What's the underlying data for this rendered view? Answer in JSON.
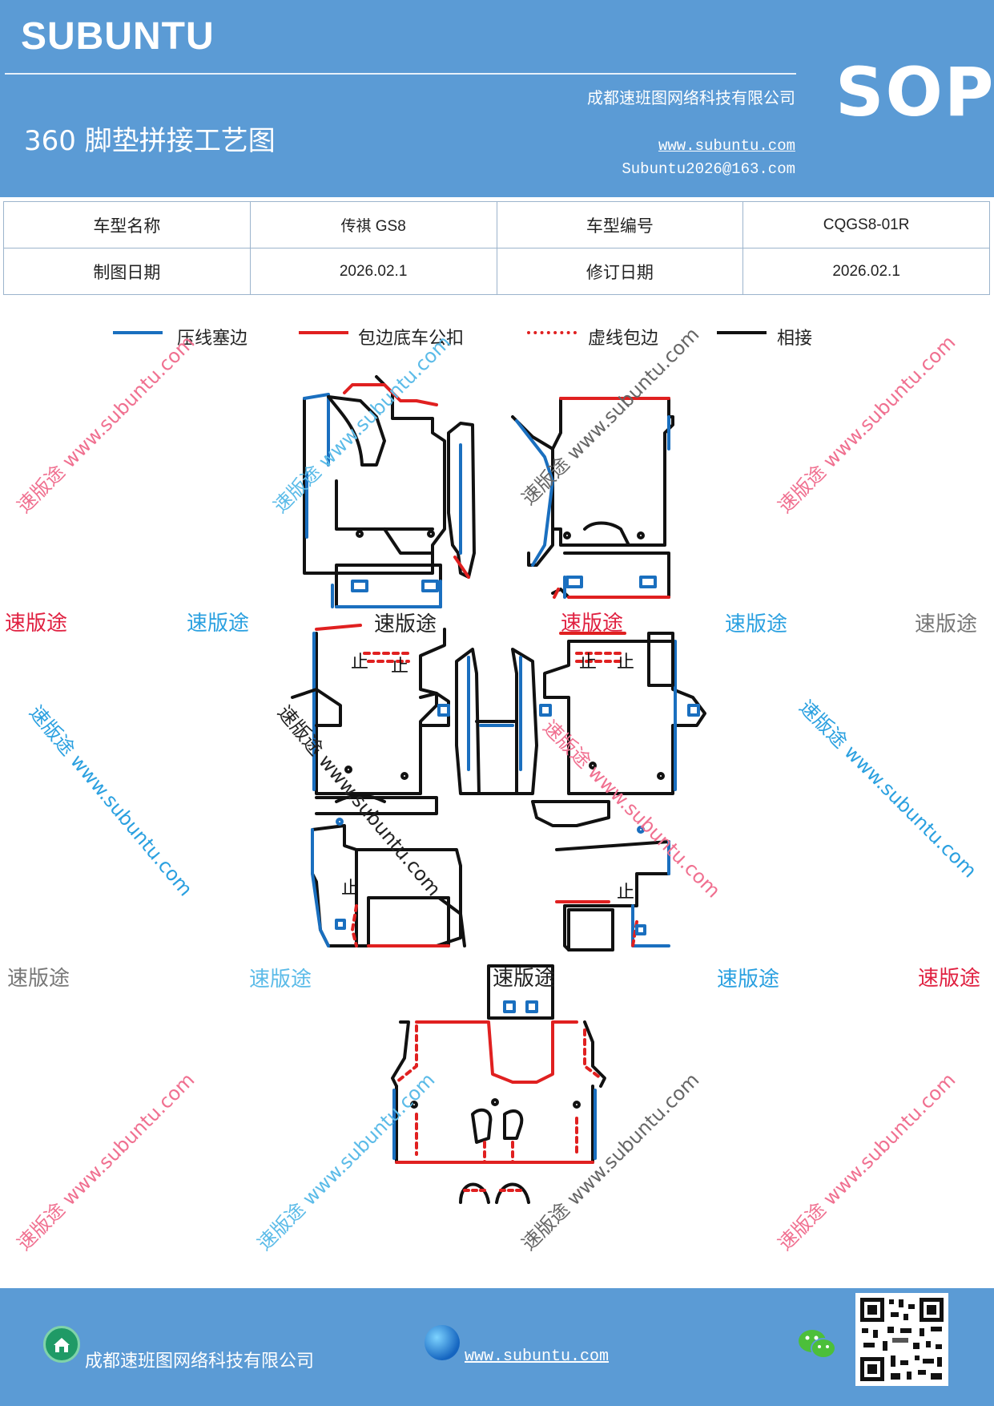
{
  "header": {
    "brand": "SUBUNTU",
    "company": "成都速班图网络科技有限公司",
    "title": "360 脚垫拼接工艺图",
    "website": "www.subuntu.com",
    "email": "Subuntu2026@163.com",
    "badge": "SOP"
  },
  "info_table": {
    "model_name_label": "车型名称",
    "model_name_value": "传祺 GS8",
    "model_code_label": "车型编号",
    "model_code_value": "CQGS8-01R",
    "draw_date_label": "制图日期",
    "draw_date_value": "2026.02.1",
    "revise_date_label": "修订日期",
    "revise_date_value": "2026.02.1"
  },
  "legend": [
    {
      "label": "压线塞边",
      "color": "#1a6fbf",
      "style": "solid"
    },
    {
      "label": "包边底车公扣",
      "color": "#e02020",
      "style": "solid"
    },
    {
      "label": "虚线包边",
      "color": "#e02020",
      "style": "dashed"
    },
    {
      "label": "相接",
      "color": "#111111",
      "style": "solid"
    }
  ],
  "diagram": {
    "stop_mark": "止"
  },
  "watermarks": {
    "brand_cn": "速版途",
    "site_line": "速版途 www.subuntu.com",
    "site": "www.subuntu.com"
  },
  "footer": {
    "company": "成都速班图网络科技有限公司",
    "website": "www.subuntu.com",
    "home_icon": "home-icon",
    "globe_icon": "globe-icon",
    "wechat_icon": "wechat-icon"
  },
  "colors": {
    "header_bg": "#5b9bd5",
    "blue_line": "#1a6fbf",
    "red_line": "#e02020",
    "black_line": "#111111"
  }
}
